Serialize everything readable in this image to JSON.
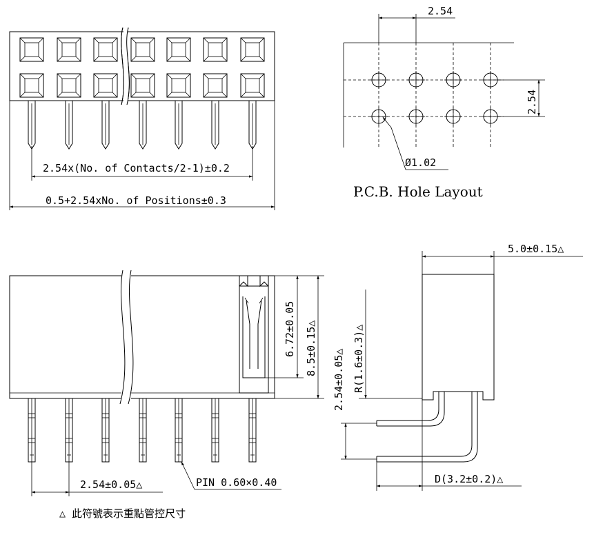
{
  "labels": {
    "top_inner_dim": "2.54x(No. of Contacts/2-1)±0.2",
    "top_outer_dim": "0.5+2.54xNo. of Positions±0.3",
    "pcb_pitch_top": "2.54",
    "pcb_pitch_side": "2.54",
    "pcb_hole_dia": "Ø1.02",
    "pcb_title": "P.C.B. Hole Layout",
    "front_h1": "6.72±0.05",
    "front_h2": "8.5±0.15△",
    "front_pitch": "2.54±0.05△",
    "pin_size": "PIN 0.60×0.40",
    "side_width": "5.0±0.15△",
    "side_radius": "R(1.6±0.3)△",
    "side_row_pitch": "2.54±0.05△",
    "side_depth": "D(3.2±0.2)△",
    "note": "△ 此符號表示重點管控尺寸"
  }
}
